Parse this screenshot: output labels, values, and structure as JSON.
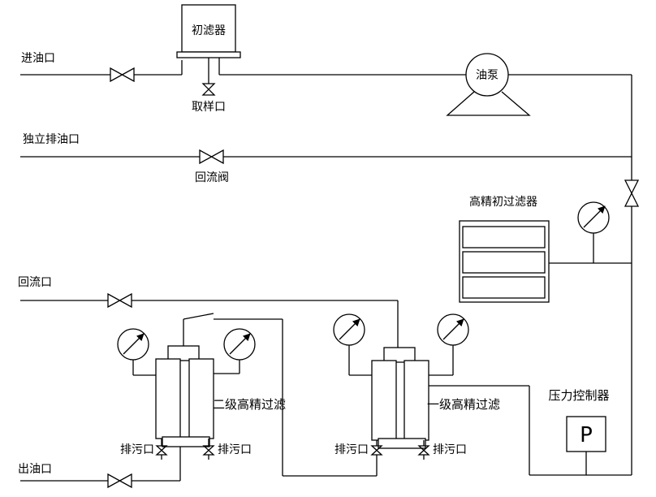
{
  "labels": {
    "inlet": "进油口",
    "prefilter": "初滤器",
    "sampling_port": "取样口",
    "oil_pump": "油泵",
    "independent_drain": "独立排油口",
    "return_valve": "回流阀",
    "high_precision_prefilter": "高精初过滤器",
    "return_port": "回流口",
    "secondary_filter": "二级高精过滤",
    "primary_filter": "一级高精过滤",
    "pressure_controller": "压力控制器",
    "pressure_controller_symbol": "P",
    "outlet": "出油口",
    "drain_1": "排污口",
    "drain_2": "排污口",
    "drain_3": "排污口",
    "drain_4": "排污口"
  }
}
